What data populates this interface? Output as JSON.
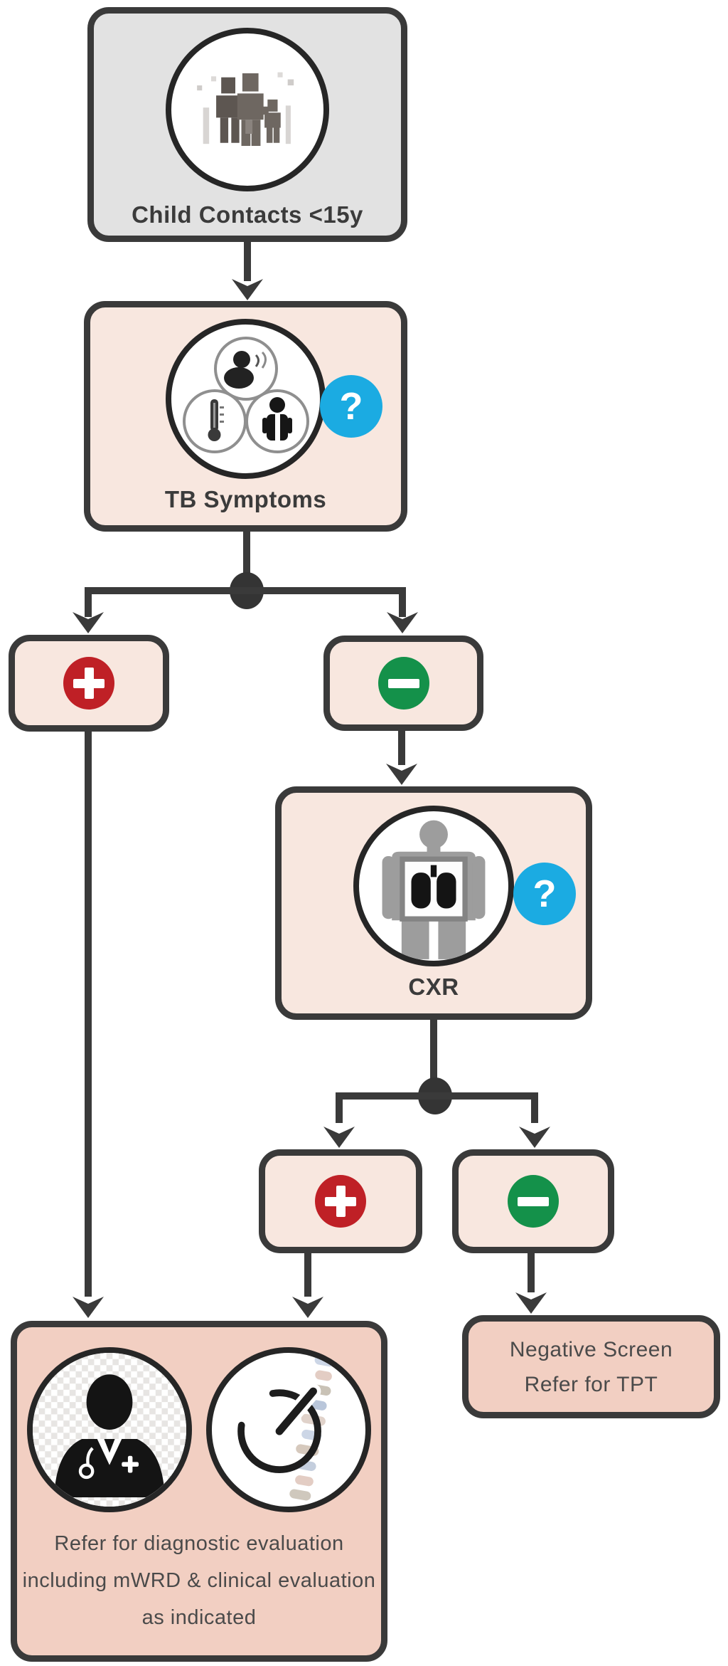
{
  "flowchart": {
    "child_contacts": {
      "label": "Child Contacts <15y",
      "icon": "family-icon"
    },
    "tb_symptoms": {
      "label": "TB Symptoms",
      "badge": "?",
      "icons": [
        "cough-icon",
        "thermometer-icon",
        "patient-icon"
      ]
    },
    "tb_branch": {
      "positive": "+",
      "negative": "−"
    },
    "cxr": {
      "label": "CXR",
      "badge": "?",
      "icon": "chest-xray-icon"
    },
    "cxr_branch": {
      "positive": "+",
      "negative": "−"
    },
    "refer_diagnostic": {
      "line1": "Refer for diagnostic evaluation",
      "line2": "including mWRD & clinical evaluation",
      "line3": "as indicated",
      "icons": [
        "doctor-icon",
        "mwrd-test-icon"
      ]
    },
    "negative_screen": {
      "line1": "Negative Screen",
      "line2": "Refer for TPT"
    }
  },
  "colors": {
    "node_border": "#3a3a3a",
    "gray_fill": "#e2e2e2",
    "pink_light": "#f8e7df",
    "pink_dark": "#f2cfc2",
    "positive_red": "#bf2026",
    "negative_green": "#14914a",
    "help_blue": "#1babe2",
    "title_text": "#3b3b3b",
    "body_text": "#4a4a4a"
  }
}
